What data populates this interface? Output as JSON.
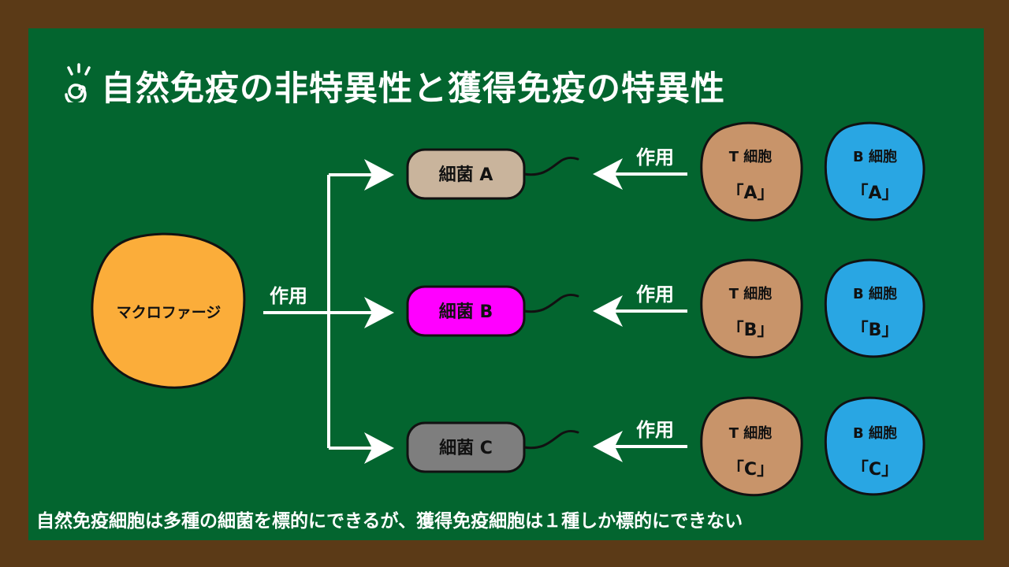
{
  "title": "自然免疫の非特異性と獲得免疫の特異性",
  "macrophage": {
    "label": "マクロファージ",
    "color": "#fbad3a"
  },
  "action_label": "作用",
  "bacteria": [
    {
      "label": "細菌 A",
      "color": "#c9b49c"
    },
    {
      "label": "細菌 B",
      "color": "#ff00ff"
    },
    {
      "label": "細菌 C",
      "color": "#7e7e7e"
    }
  ],
  "rows": [
    {
      "action": "作用",
      "t_cell": {
        "name": "T 細胞",
        "target": "「A」"
      },
      "b_cell": {
        "name": "B 細胞",
        "target": "「A」"
      }
    },
    {
      "action": "作用",
      "t_cell": {
        "name": "T 細胞",
        "target": "「B」"
      },
      "b_cell": {
        "name": "B 細胞",
        "target": "「B」"
      }
    },
    {
      "action": "作用",
      "t_cell": {
        "name": "T 細胞",
        "target": "「C」"
      },
      "b_cell": {
        "name": "B 細胞",
        "target": "「C」"
      }
    }
  ],
  "footer": "自然免疫細胞は多種の細菌を標的にできるが、獲得免疫細胞は１種しか標的にできない",
  "colors": {
    "background_frame": "#5b3a17",
    "board": "#03652f",
    "t_cell": "#c8946a",
    "b_cell": "#29a6e3",
    "arrow": "#ffffff"
  }
}
